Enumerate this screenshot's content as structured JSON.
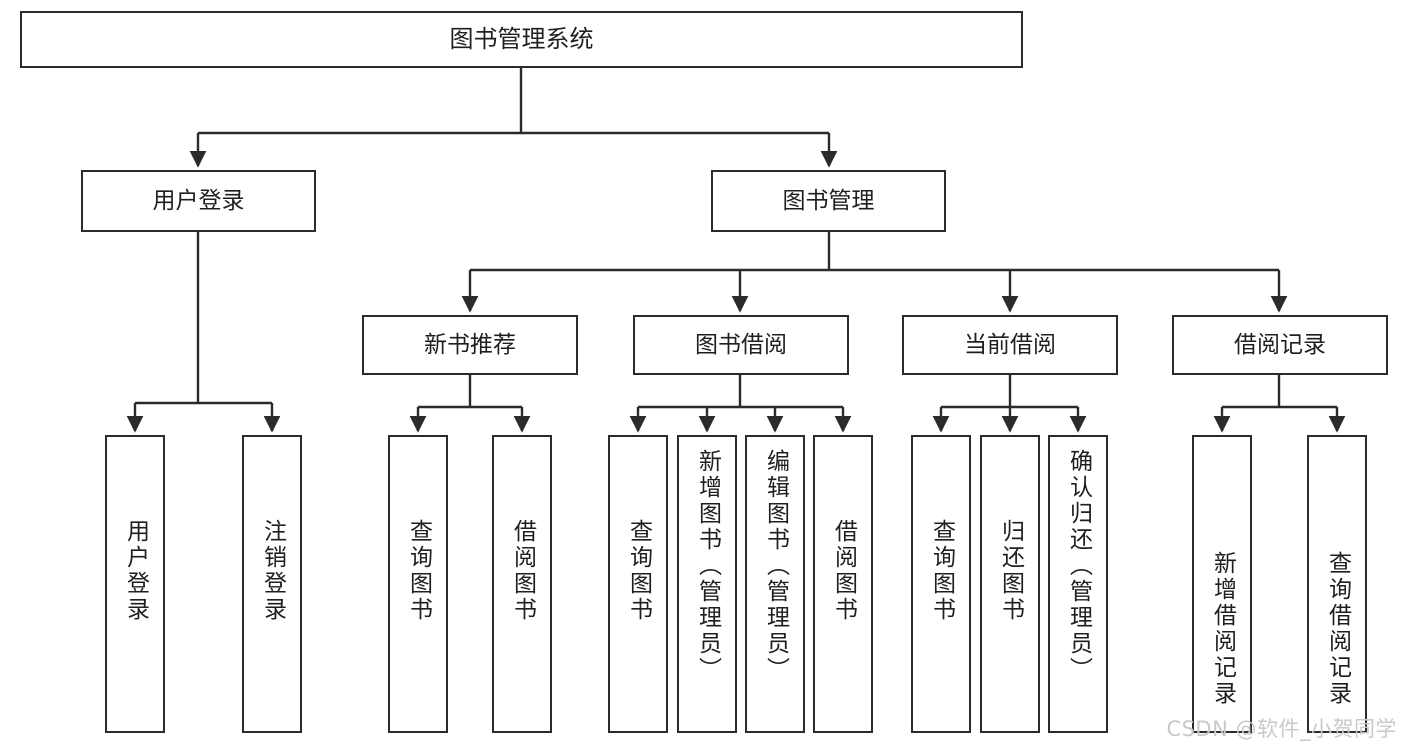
{
  "diagram": {
    "title": "图书管理系统",
    "type": "tree",
    "colors": {
      "stroke": "#2b2b2b",
      "fill": "#ffffff",
      "text": "#1f1f1f",
      "watermark": "#c9c9c9"
    },
    "watermark": "CSDN @软件_小贺同学",
    "levels": {
      "root": {
        "label": "图书管理系统"
      },
      "level2": [
        {
          "id": "user-login",
          "label": "用户登录"
        },
        {
          "id": "book-management",
          "label": "图书管理"
        }
      ],
      "level3": [
        {
          "id": "new-book-recommend",
          "label": "新书推荐",
          "parent": "book-management"
        },
        {
          "id": "book-borrow",
          "label": "图书借阅",
          "parent": "book-management"
        },
        {
          "id": "current-borrow",
          "label": "当前借阅",
          "parent": "book-management"
        },
        {
          "id": "borrow-record",
          "label": "借阅记录",
          "parent": "book-management"
        }
      ],
      "leaves": {
        "user-login": [
          {
            "id": "leaf-user-login",
            "label": "用户登录"
          },
          {
            "id": "leaf-user-logout",
            "label": "注销登录"
          }
        ],
        "new-book-recommend": [
          {
            "id": "leaf-query-book-1",
            "label": "查询图书"
          },
          {
            "id": "leaf-borrow-book-1",
            "label": "借阅图书"
          }
        ],
        "book-borrow": [
          {
            "id": "leaf-query-book-2",
            "label": "查询图书"
          },
          {
            "id": "leaf-add-book",
            "label": "新增图书（管理员）"
          },
          {
            "id": "leaf-edit-book",
            "label": "编辑图书（管理员）"
          },
          {
            "id": "leaf-borrow-book-2",
            "label": "借阅图书"
          }
        ],
        "current-borrow": [
          {
            "id": "leaf-query-book-3",
            "label": "查询图书"
          },
          {
            "id": "leaf-return-book",
            "label": "归还图书"
          },
          {
            "id": "leaf-confirm-return",
            "label": "确认归还（管理员）"
          }
        ],
        "borrow-record": [
          {
            "id": "leaf-add-record",
            "label": "新增借阅记录"
          },
          {
            "id": "leaf-query-record",
            "label": "查询借阅记录"
          }
        ]
      }
    }
  }
}
